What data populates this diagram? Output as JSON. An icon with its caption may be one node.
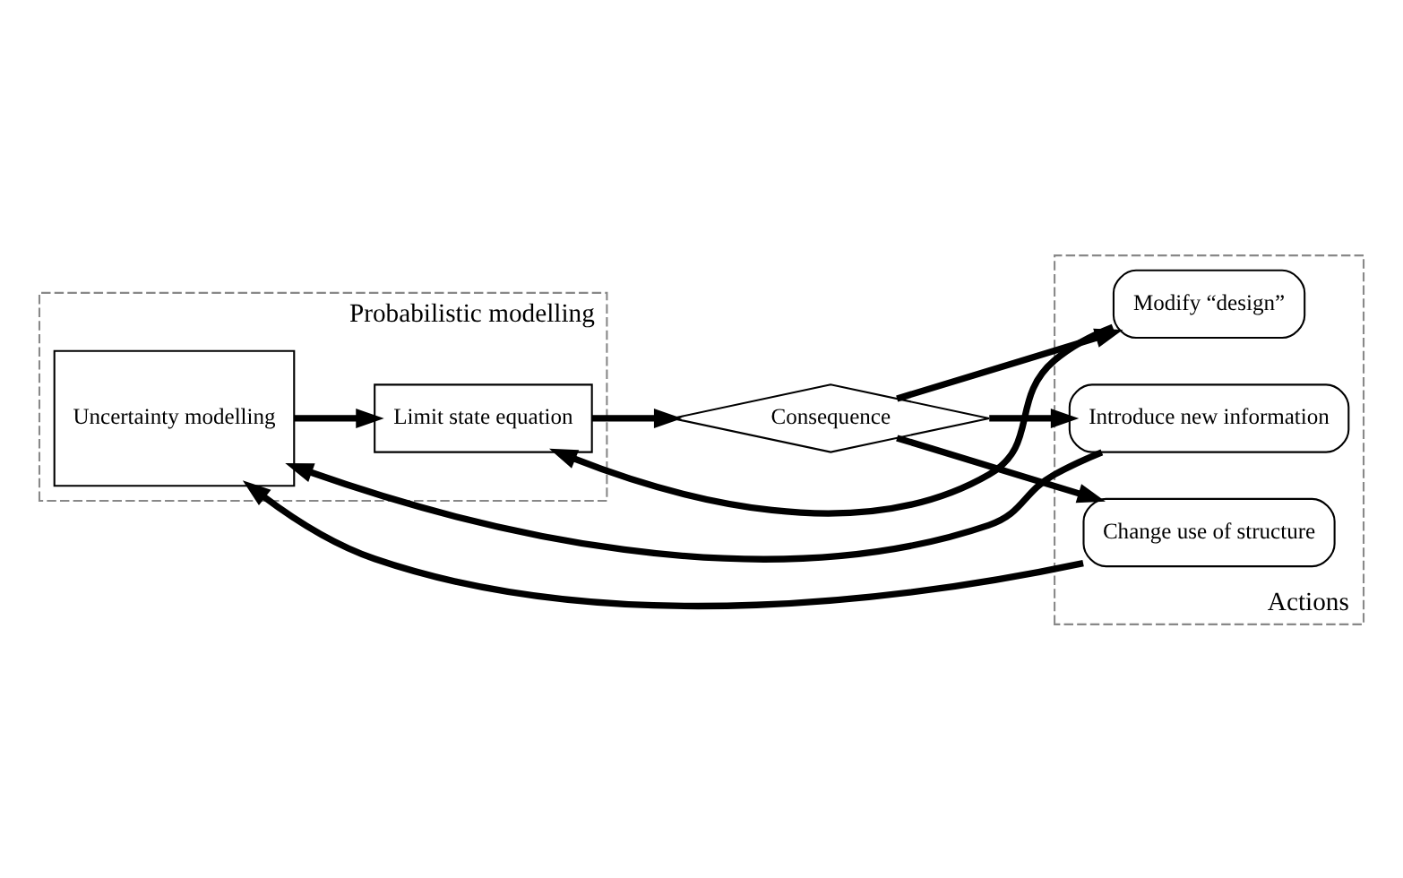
{
  "diagram": {
    "nodes": [
      {
        "text": [
          "Probabilistic modelling"
        ]
      },
      {
        "text": [
          "Uncertainty modelling"
        ],
        "in": 0
      },
      {
        "text": [
          "Limit state equation"
        ],
        "in": 0
      },
      {
        "text": [
          "Consequence"
        ]
      },
      {
        "text": [
          "Actions"
        ]
      },
      {
        "text": [
          "Modify “design”"
        ],
        "in": 4
      },
      {
        "text": [
          "Introduce new information"
        ],
        "in": 4
      },
      {
        "text": [
          "Change use of structure"
        ],
        "in": 4
      }
    ],
    "edges": [
      {
        "from": 1,
        "to": 2,
        "arrow": "to"
      },
      {
        "from": 2,
        "to": 3,
        "arrow": "to"
      },
      {
        "from": 3,
        "to": 5,
        "arrow": "to"
      },
      {
        "from": 3,
        "to": 6,
        "arrow": "to"
      },
      {
        "from": 3,
        "to": 7,
        "arrow": "to"
      },
      {
        "from": 5,
        "to": 2,
        "arrow": "to"
      },
      {
        "from": 6,
        "to": 1,
        "arrow": "to"
      },
      {
        "from": 7,
        "to": 1,
        "arrow": "to"
      }
    ]
  }
}
